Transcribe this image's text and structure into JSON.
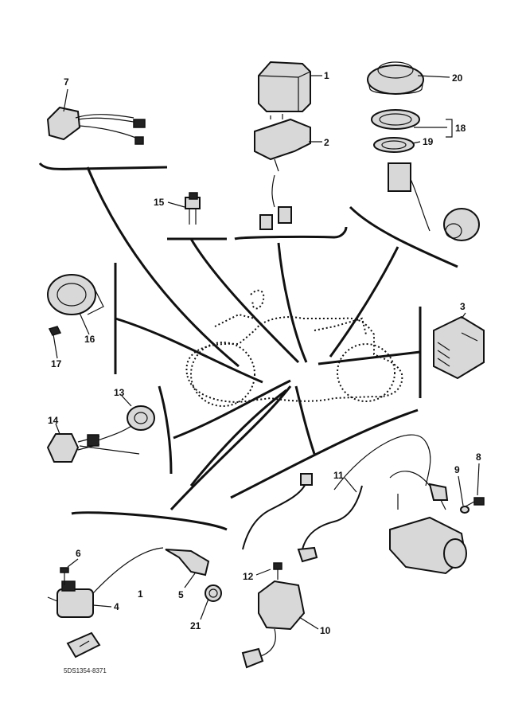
{
  "diagram_code": "5DS1354-8371",
  "parts": [
    {
      "id": "1",
      "label": "1"
    },
    {
      "id": "2",
      "label": "2"
    },
    {
      "id": "3",
      "label": "3"
    },
    {
      "id": "4",
      "label": "4"
    },
    {
      "id": "5",
      "label": "5"
    },
    {
      "id": "6",
      "label": "6"
    },
    {
      "id": "7",
      "label": "7"
    },
    {
      "id": "8",
      "label": "8"
    },
    {
      "id": "9",
      "label": "9"
    },
    {
      "id": "10",
      "label": "10"
    },
    {
      "id": "11",
      "label": "11"
    },
    {
      "id": "12",
      "label": "12"
    },
    {
      "id": "13",
      "label": "13"
    },
    {
      "id": "14",
      "label": "14"
    },
    {
      "id": "15",
      "label": "15"
    },
    {
      "id": "16",
      "label": "16"
    },
    {
      "id": "17",
      "label": "17"
    },
    {
      "id": "18",
      "label": "18"
    },
    {
      "id": "19",
      "label": "19"
    },
    {
      "id": "20",
      "label": "20"
    },
    {
      "id": "21",
      "label": "21"
    },
    {
      "id": "ignition-group",
      "label": "1"
    }
  ]
}
